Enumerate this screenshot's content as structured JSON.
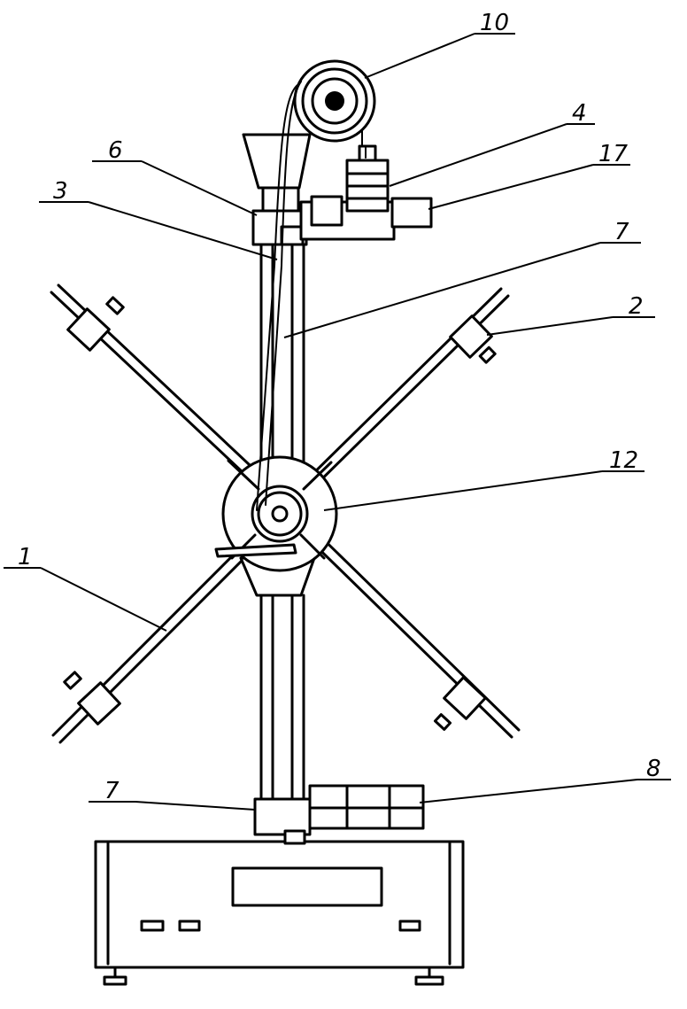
{
  "diagram": {
    "labels": [
      {
        "id": "10",
        "text": "10"
      },
      {
        "id": "4",
        "text": "4"
      },
      {
        "id": "17",
        "text": "17"
      },
      {
        "id": "6",
        "text": "6"
      },
      {
        "id": "3",
        "text": "3"
      },
      {
        "id": "7a",
        "text": "7"
      },
      {
        "id": "2",
        "text": "2"
      },
      {
        "id": "12",
        "text": "12"
      },
      {
        "id": "1",
        "text": "1"
      },
      {
        "id": "8",
        "text": "8"
      },
      {
        "id": "7b",
        "text": "7"
      }
    ]
  }
}
